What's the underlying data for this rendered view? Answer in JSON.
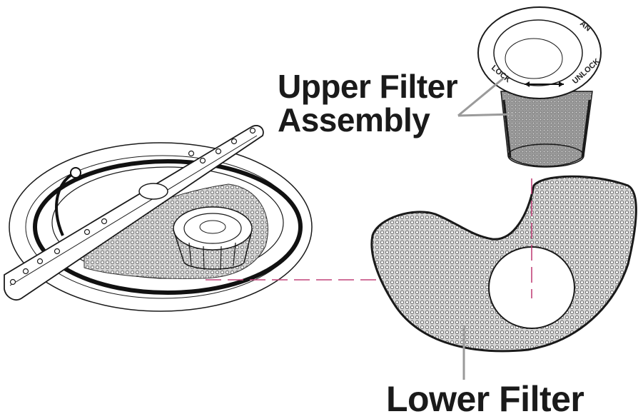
{
  "labels": {
    "upper_line1": "Upper Filter",
    "upper_line2": "Assembly",
    "lower": "Lower Filter"
  },
  "rim_text": {
    "lock": "LOCK",
    "unlock": "UNLOCK",
    "partial": "AN"
  },
  "colors": {
    "outline": "#1a1a1a",
    "mesh_fill": "#c9c9c9",
    "dashed_guide": "#c2447a",
    "leader": "#9a9a9a"
  }
}
